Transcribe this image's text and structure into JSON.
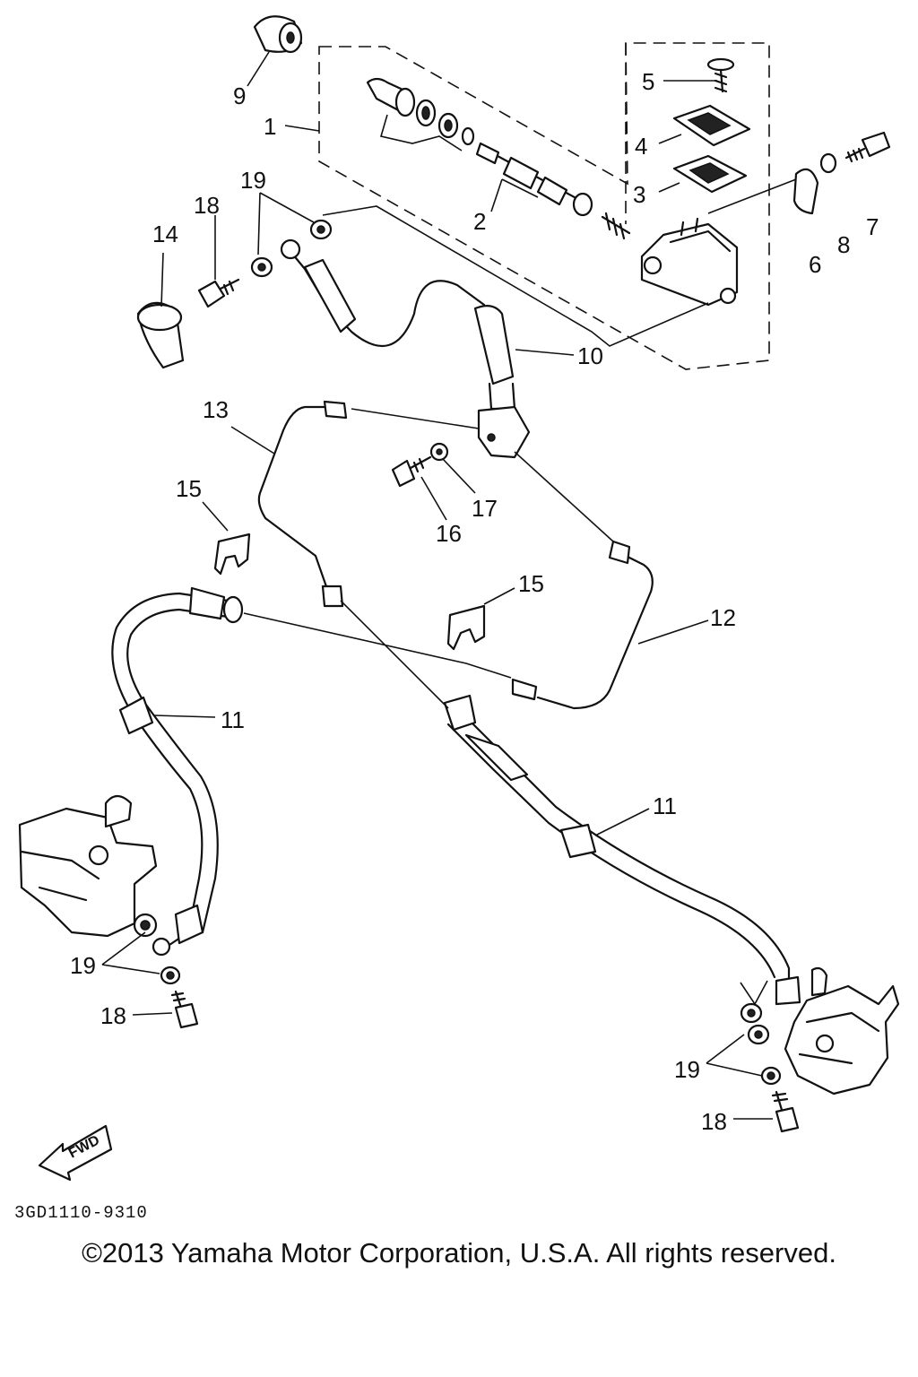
{
  "diagram": {
    "callouts": {
      "c1": "1",
      "c2": "2",
      "c3": "3",
      "c4": "4",
      "c5": "5",
      "c6": "6",
      "c7": "7",
      "c8": "8",
      "c9": "9",
      "c10": "10",
      "c11": "11",
      "c12": "12",
      "c13": "13",
      "c14": "14",
      "c15": "15",
      "c16": "16",
      "c17": "17",
      "c18": "18",
      "c19": "19"
    },
    "fwd_label": "FWD",
    "drawing_code": "3GD1110-9310"
  },
  "footer": {
    "copyright": "©2013 Yamaha Motor Corporation, U.S.A. All rights reserved."
  }
}
